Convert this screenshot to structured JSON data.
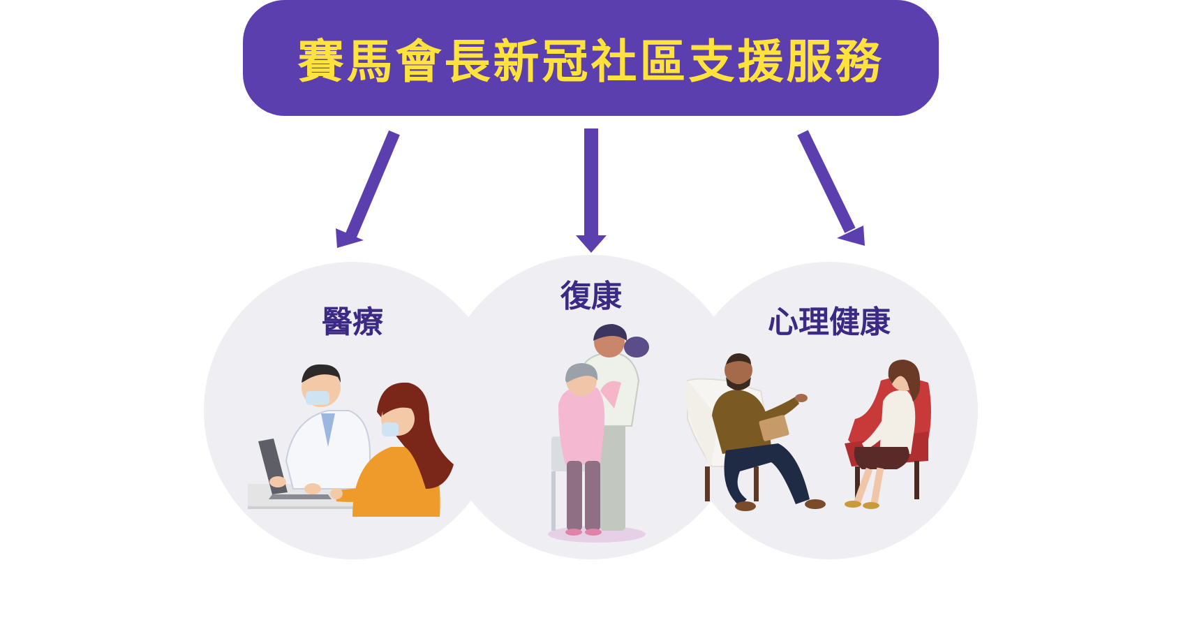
{
  "title": "賽馬會長新冠社區支援服務",
  "colors": {
    "banner_bg": "#5B3FAF",
    "banner_text": "#FFE23B",
    "arrow": "#5B3FAF",
    "circle_bg": "#EFEFF3",
    "label_text": "#3A2A86"
  },
  "services": [
    {
      "label": "醫療",
      "icon": "doctor-patient-consultation-illustration"
    },
    {
      "label": "復康",
      "icon": "rehabilitation-exercise-illustration"
    },
    {
      "label": "心理健康",
      "icon": "counselling-session-illustration"
    }
  ]
}
